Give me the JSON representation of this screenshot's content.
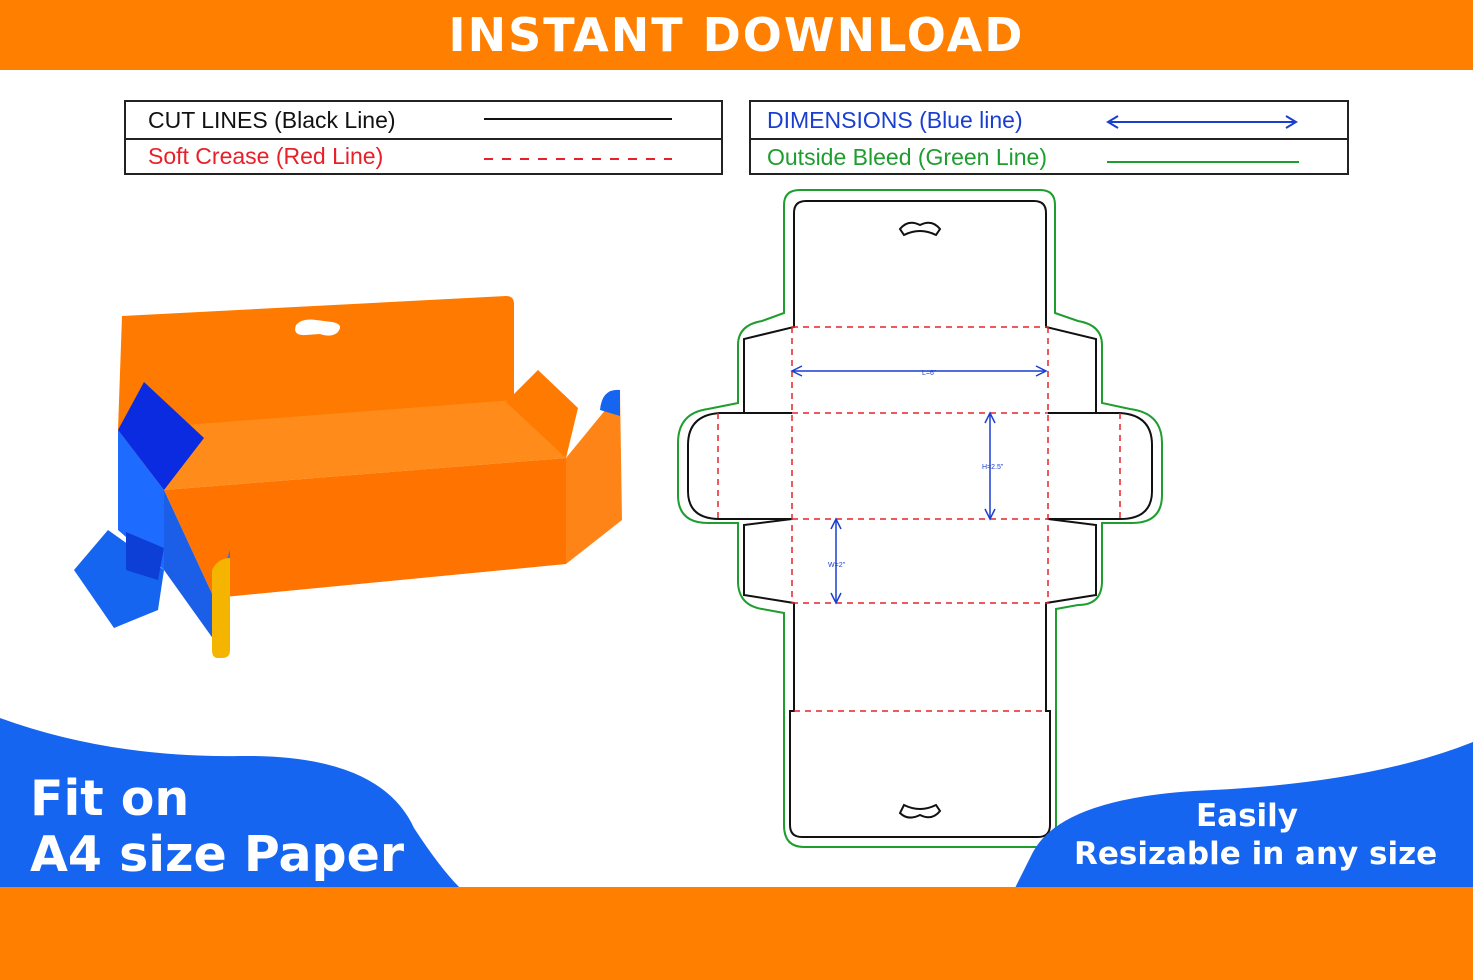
{
  "header": {
    "title": "INSTANT DOWNLOAD"
  },
  "legend": {
    "cut_lines": "CUT LINES (Black Line)",
    "soft_crease": "Soft Crease (Red Line)",
    "dimensions": "DIMENSIONS (Blue line)",
    "outside_bleed": "Outside Bleed (Green Line)"
  },
  "dieline": {
    "length_label": "L=6\"",
    "height_label": "H=2.5\"",
    "width_label": "W=2\""
  },
  "promo": {
    "fit_line1": "Fit on",
    "fit_line2": "A4 size Paper",
    "resize_line1": "Easily",
    "resize_line2": "Resizable in any size"
  },
  "colors": {
    "brand_orange": "#FF7F00",
    "brand_blue": "#1565F0",
    "cut": "#111111",
    "crease": "#E8202A",
    "dimension": "#1A3FD0",
    "bleed": "#1E9E2E"
  }
}
